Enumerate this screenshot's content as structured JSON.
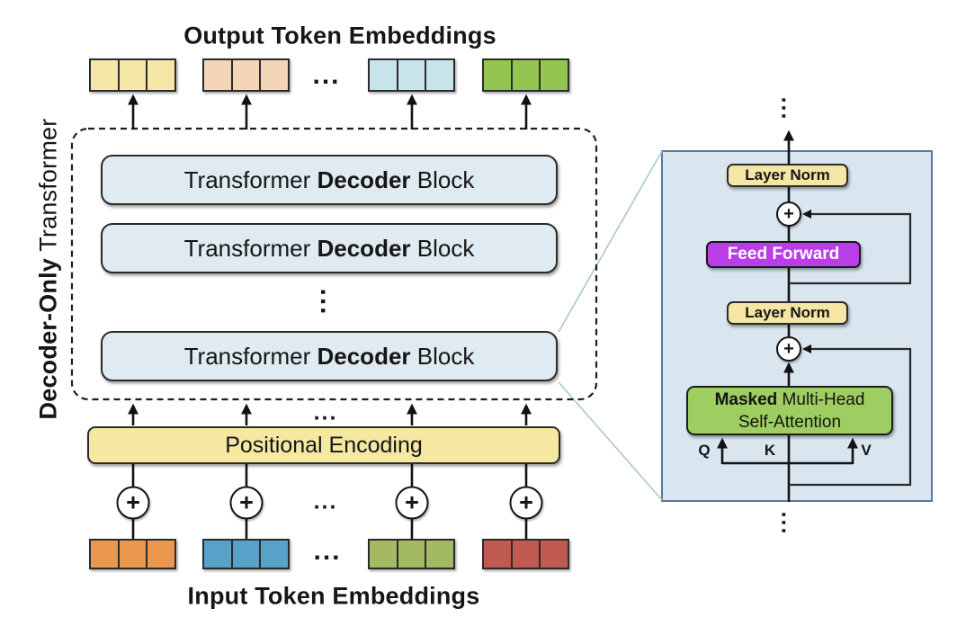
{
  "left": {
    "output_title": "Output Token Embeddings",
    "input_title": "Input Token Embeddings",
    "side_label_bold": "Decoder-Only",
    "side_label_rest": " Transformer",
    "block_prefix": "Transformer ",
    "block_bold": "Decoder",
    "block_suffix": " Block",
    "positional_encoding": "Positional Encoding",
    "plus": "+",
    "ellipsis": "..."
  },
  "right": {
    "layer_norm_top": "Layer Norm",
    "layer_norm_bottom": "Layer Norm",
    "feed_forward": "Feed Forward",
    "attention_bold": "Masked",
    "attention_rest": " Multi-Head",
    "attention_line2": "Self-Attention",
    "q_label": "Q",
    "k_label": "K",
    "v_label": "V",
    "plus": "+",
    "ellipsis": "..."
  },
  "colors": {
    "output_tokens": [
      "#f5e7a6",
      "#f3d6b7",
      "#c6e4ea",
      "#94c551"
    ],
    "input_tokens": [
      "#ea984e",
      "#58a1c8",
      "#a3ba62",
      "#c05a50"
    ],
    "decoder_block_fill": "#dfeaf1",
    "positional_fill": "#f6e7a1",
    "layer_norm_fill": "#f6e6a5",
    "feed_forward_fill": "#ba3de8",
    "attention_fill": "#9ecd62",
    "panel_fill": "#d9e5ef",
    "panel_border": "#56799f",
    "line": "#121212",
    "zoom_line": "#aac8d0"
  }
}
